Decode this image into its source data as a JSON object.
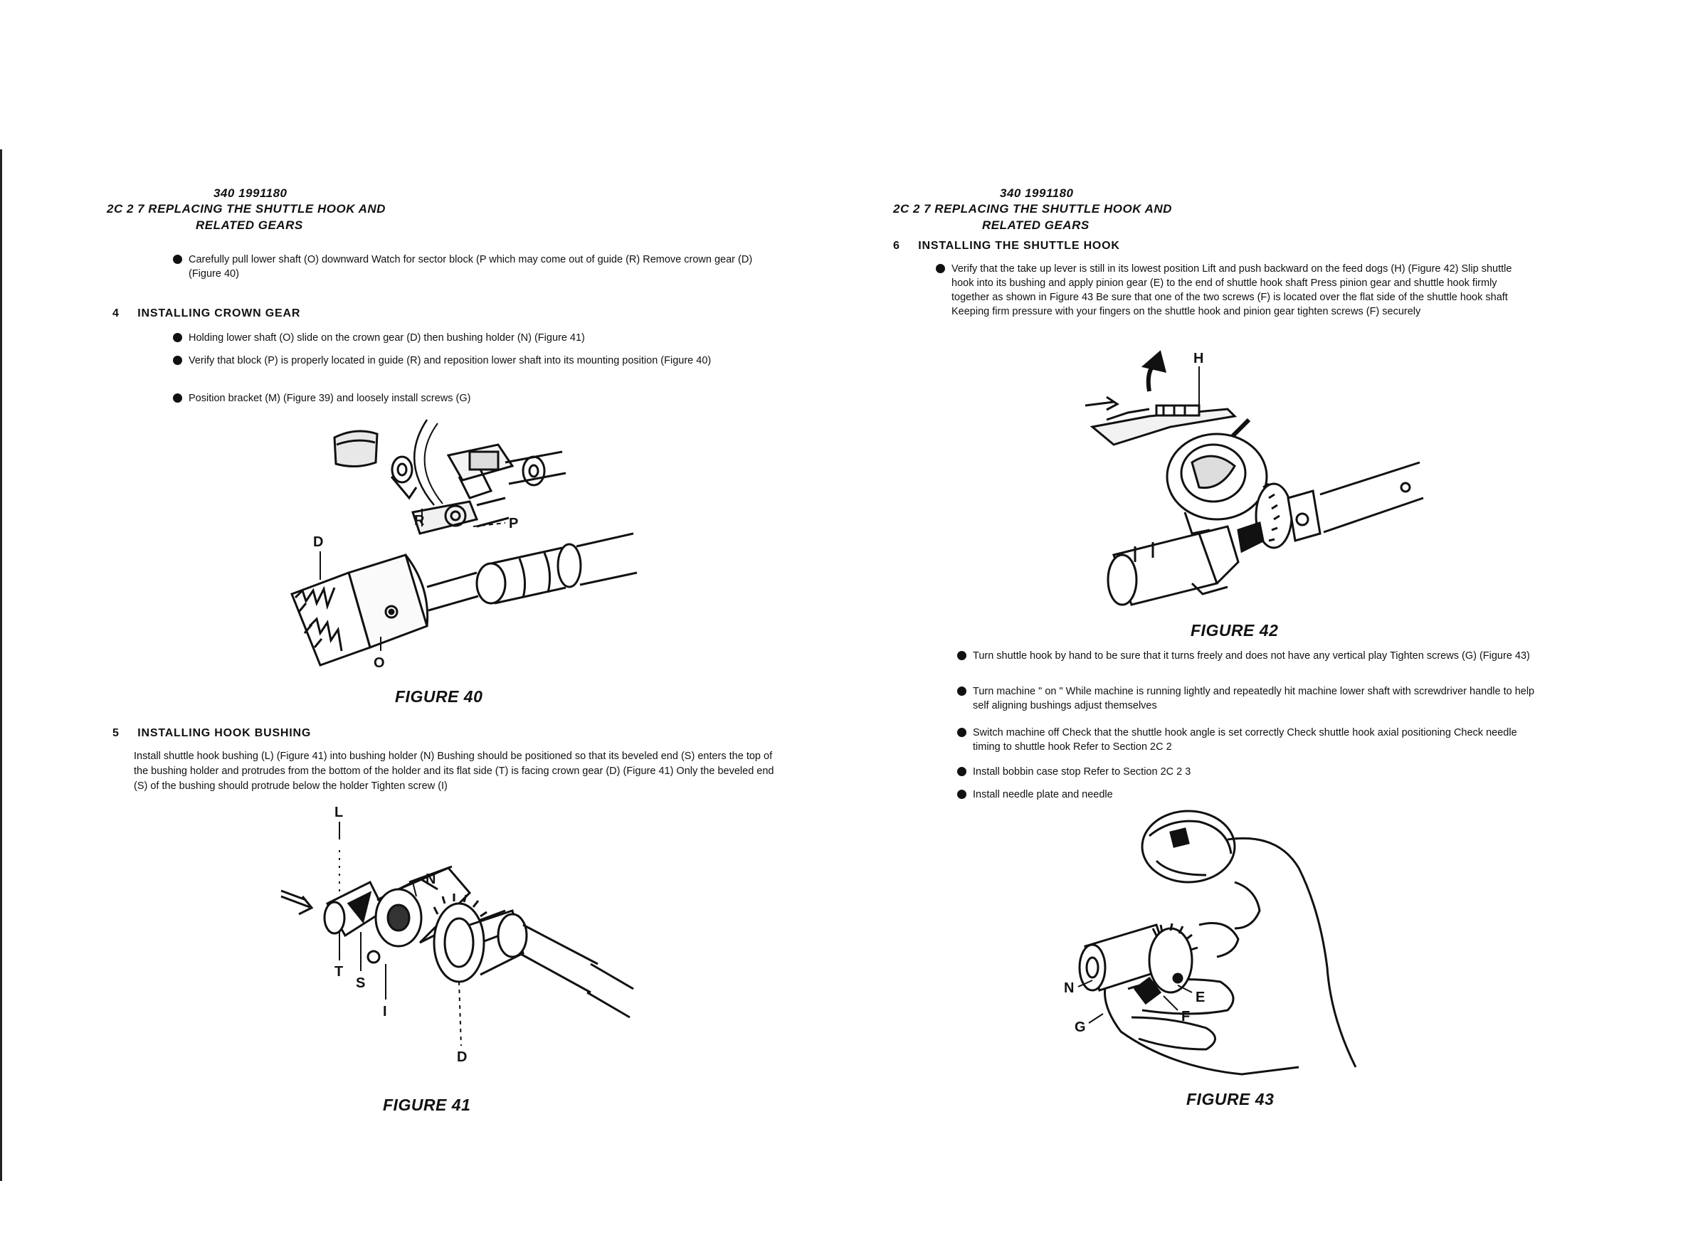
{
  "left": {
    "part_number": "340 1991180",
    "section_title_line1": "2C 2 7   REPLACING THE SHUTTLE HOOK AND",
    "section_title_line2": "RELATED GEARS",
    "bullet_intro": "Carefully pull lower shaft (O) downward Watch for sector block (P which may come out of guide (R) Remove crown gear (D) (Figure 40)",
    "step4_number": "4",
    "step4_title": "INSTALLING CROWN GEAR",
    "step4_bullets": [
      "Holding lower shaft (O) slide on the crown gear (D) then bushing holder (N) (Figure 41)",
      "Verify that block (P) is properly located in guide (R) and reposition lower shaft into its mounting position (Figure 40)",
      "Position bracket (M) (Figure 39) and loosely install screws (G)"
    ],
    "figure40": {
      "caption": "FIGURE 40",
      "labels": {
        "D": "D",
        "R": "R",
        "P": "P",
        "O": "O"
      }
    },
    "step5_number": "5",
    "step5_title": "INSTALLING HOOK BUSHING",
    "step5_text": "Install shuttle hook bushing (L) (Figure 41) into bushing holder (N) Bushing should be positioned so that its beveled end (S) enters the top of the bushing holder and protrudes from the bottom of the holder and its flat side (T) is facing crown gear (D) (Figure 41) Only the beveled end (S) of the bushing should protrude below the holder Tighten screw (I)",
    "figure41": {
      "caption": "FIGURE 41",
      "labels": {
        "L": "L",
        "N": "N",
        "T": "T",
        "S": "S",
        "I": "I",
        "D": "D"
      }
    }
  },
  "right": {
    "part_number": "340 1991180",
    "section_title_line1": "2C 2 7   REPLACING THE SHUTTLE HOOK AND",
    "section_title_line2": "RELATED GEARS",
    "step6_number": "6",
    "step6_title": "INSTALLING THE SHUTTLE HOOK",
    "step6_bullet": "Verify that the take up lever is still in its lowest position Lift and push backward on the feed dogs (H) (Figure 42) Slip shuttle hook into its bushing and apply pinion gear (E) to the end of shuttle hook shaft Press pinion gear and shuttle hook firmly together as shown in Figure 43 Be sure that one of the two screws (F) is located over the flat side of the shuttle hook shaft Keeping firm pressure with your fingers on the shuttle hook and pinion gear tighten screws (F) securely",
    "figure42": {
      "caption": "FIGURE 42",
      "labels": {
        "H": "H"
      }
    },
    "bullets_after": [
      "Turn shuttle hook by hand to be sure that it turns freely and does not have any vertical play Tighten screws (G) (Figure 43)",
      "Turn machine \" on \" While machine is running lightly and repeatedly hit machine lower shaft with screwdriver handle to help self aligning bushings adjust themselves",
      "Switch machine off Check that the shuttle hook angle is set correctly Check shuttle hook axial positioning Check needle timing to shuttle hook Refer to Section 2C 2",
      "Install bobbin case stop Refer to Section 2C 2 3",
      "Install needle plate and needle"
    ],
    "figure43": {
      "caption": "FIGURE 43",
      "labels": {
        "N": "N",
        "E": "E",
        "G": "G",
        "F": "F"
      }
    }
  }
}
